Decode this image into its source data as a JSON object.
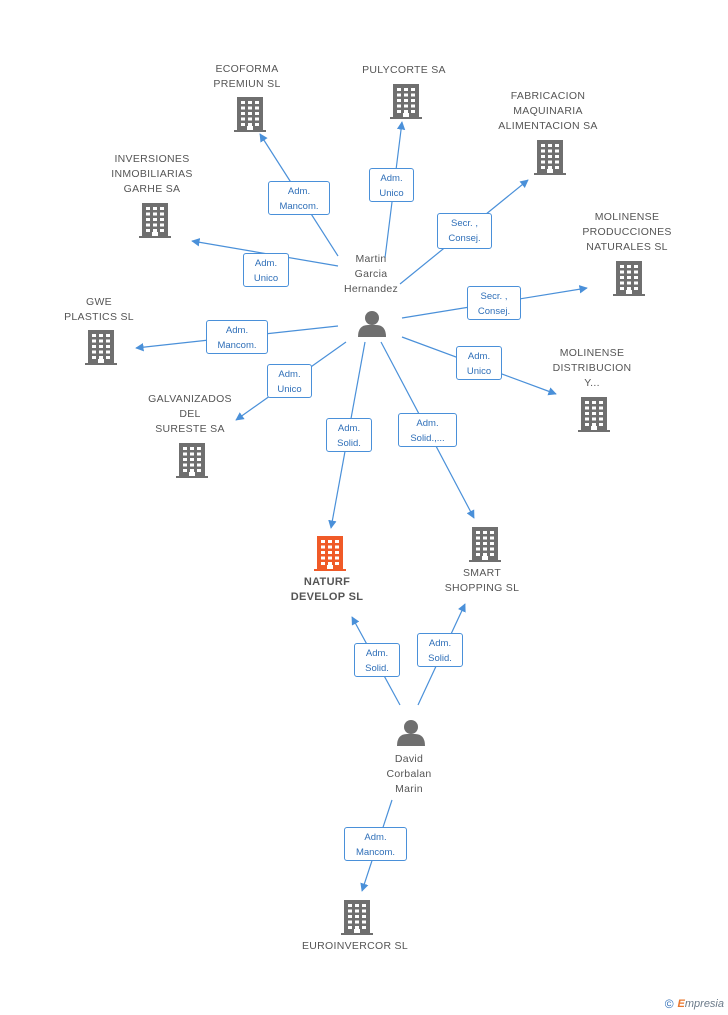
{
  "colors": {
    "building": "#6f6f6f",
    "focal": "#f05a28",
    "person": "#6f6f6f",
    "edge": "#4a90d9"
  },
  "companies": [
    {
      "id": "ecoforma",
      "label": "ECOFORMA\nPREMIUN  SL"
    },
    {
      "id": "pulycorte",
      "label": "PULYCORTE SA"
    },
    {
      "id": "fabricacion",
      "label": "FABRICACION\nMAQUINARIA\nALIMENTACION SA"
    },
    {
      "id": "inversiones",
      "label": "INVERSIONES\nINMOBILIARIAS\nGARHE SA"
    },
    {
      "id": "molinense-prod",
      "label": "MOLINENSE\nPRODUCCIONES\nNATURALES SL"
    },
    {
      "id": "gwe",
      "label": "GWE\nPLASTICS SL"
    },
    {
      "id": "molinense-dist",
      "label": "MOLINENSE\nDISTRIBUCION\nY..."
    },
    {
      "id": "galvanizados",
      "label": "GALVANIZADOS\nDEL\nSURESTE SA"
    },
    {
      "id": "naturf",
      "label": "NATURF\nDEVELOP SL",
      "focal": true
    },
    {
      "id": "smart",
      "label": "SMART\nSHOPPING SL"
    },
    {
      "id": "euroinvercor",
      "label": "EUROINVERCOR SL"
    }
  ],
  "people": [
    {
      "id": "martin",
      "label": "Martin\nGarcia\nHernandez"
    },
    {
      "id": "david",
      "label": "David\nCorbalan\nMarin"
    }
  ],
  "relations": [
    {
      "from": "martin",
      "to": "ecoforma",
      "label": "Adm.\nMancom."
    },
    {
      "from": "martin",
      "to": "pulycorte",
      "label": "Adm.\nUnico"
    },
    {
      "from": "martin",
      "to": "fabricacion",
      "label": "Secr. ,\nConsej."
    },
    {
      "from": "martin",
      "to": "inversiones",
      "label": "Adm.\nUnico"
    },
    {
      "from": "martin",
      "to": "molinense-prod",
      "label": "Secr. ,\nConsej."
    },
    {
      "from": "martin",
      "to": "gwe",
      "label": "Adm.\nMancom."
    },
    {
      "from": "martin",
      "to": "molinense-dist",
      "label": "Adm.\nUnico"
    },
    {
      "from": "martin",
      "to": "galvanizados",
      "label": "Adm.\nUnico"
    },
    {
      "from": "martin",
      "to": "naturf",
      "label": "Adm.\nSolid."
    },
    {
      "from": "martin",
      "to": "smart",
      "label": "Adm.\nSolid.,..."
    },
    {
      "from": "david",
      "to": "naturf",
      "label": "Adm.\nSolid."
    },
    {
      "from": "david",
      "to": "smart",
      "label": "Adm.\nSolid."
    },
    {
      "from": "david",
      "to": "euroinvercor",
      "label": "Adm.\nMancom."
    }
  ],
  "footer": {
    "copyright": "©",
    "brand_initial": "E",
    "brand_rest": "mpresia"
  }
}
